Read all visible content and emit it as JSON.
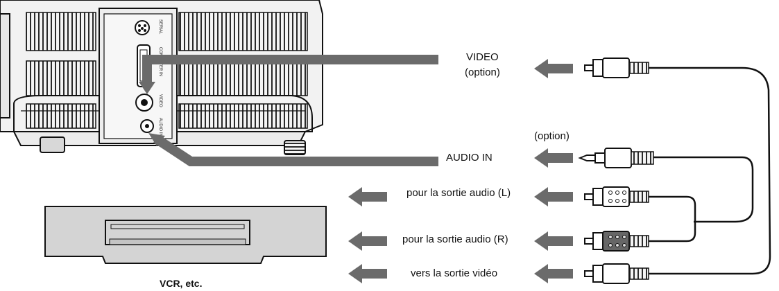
{
  "labels": {
    "video": "VIDEO",
    "video_option": "(option)",
    "option": "(option)",
    "audio_in": "AUDIO IN",
    "audio_l": "pour la sortie audio (L)",
    "audio_r": "pour la sortie audio (R)",
    "video_out": "vers la sortie vidéo",
    "vcr": "VCR, etc."
  },
  "port_labels": {
    "serial": "SERIAL",
    "computer_in": "COMPUTER IN",
    "video": "VIDEO",
    "audio_in": "AUDIO IN"
  },
  "colors": {
    "arrow": "#6b6b6b",
    "device_body": "#f2f2f2",
    "vcr_body": "#d4d4d4",
    "cable": "#111111"
  }
}
